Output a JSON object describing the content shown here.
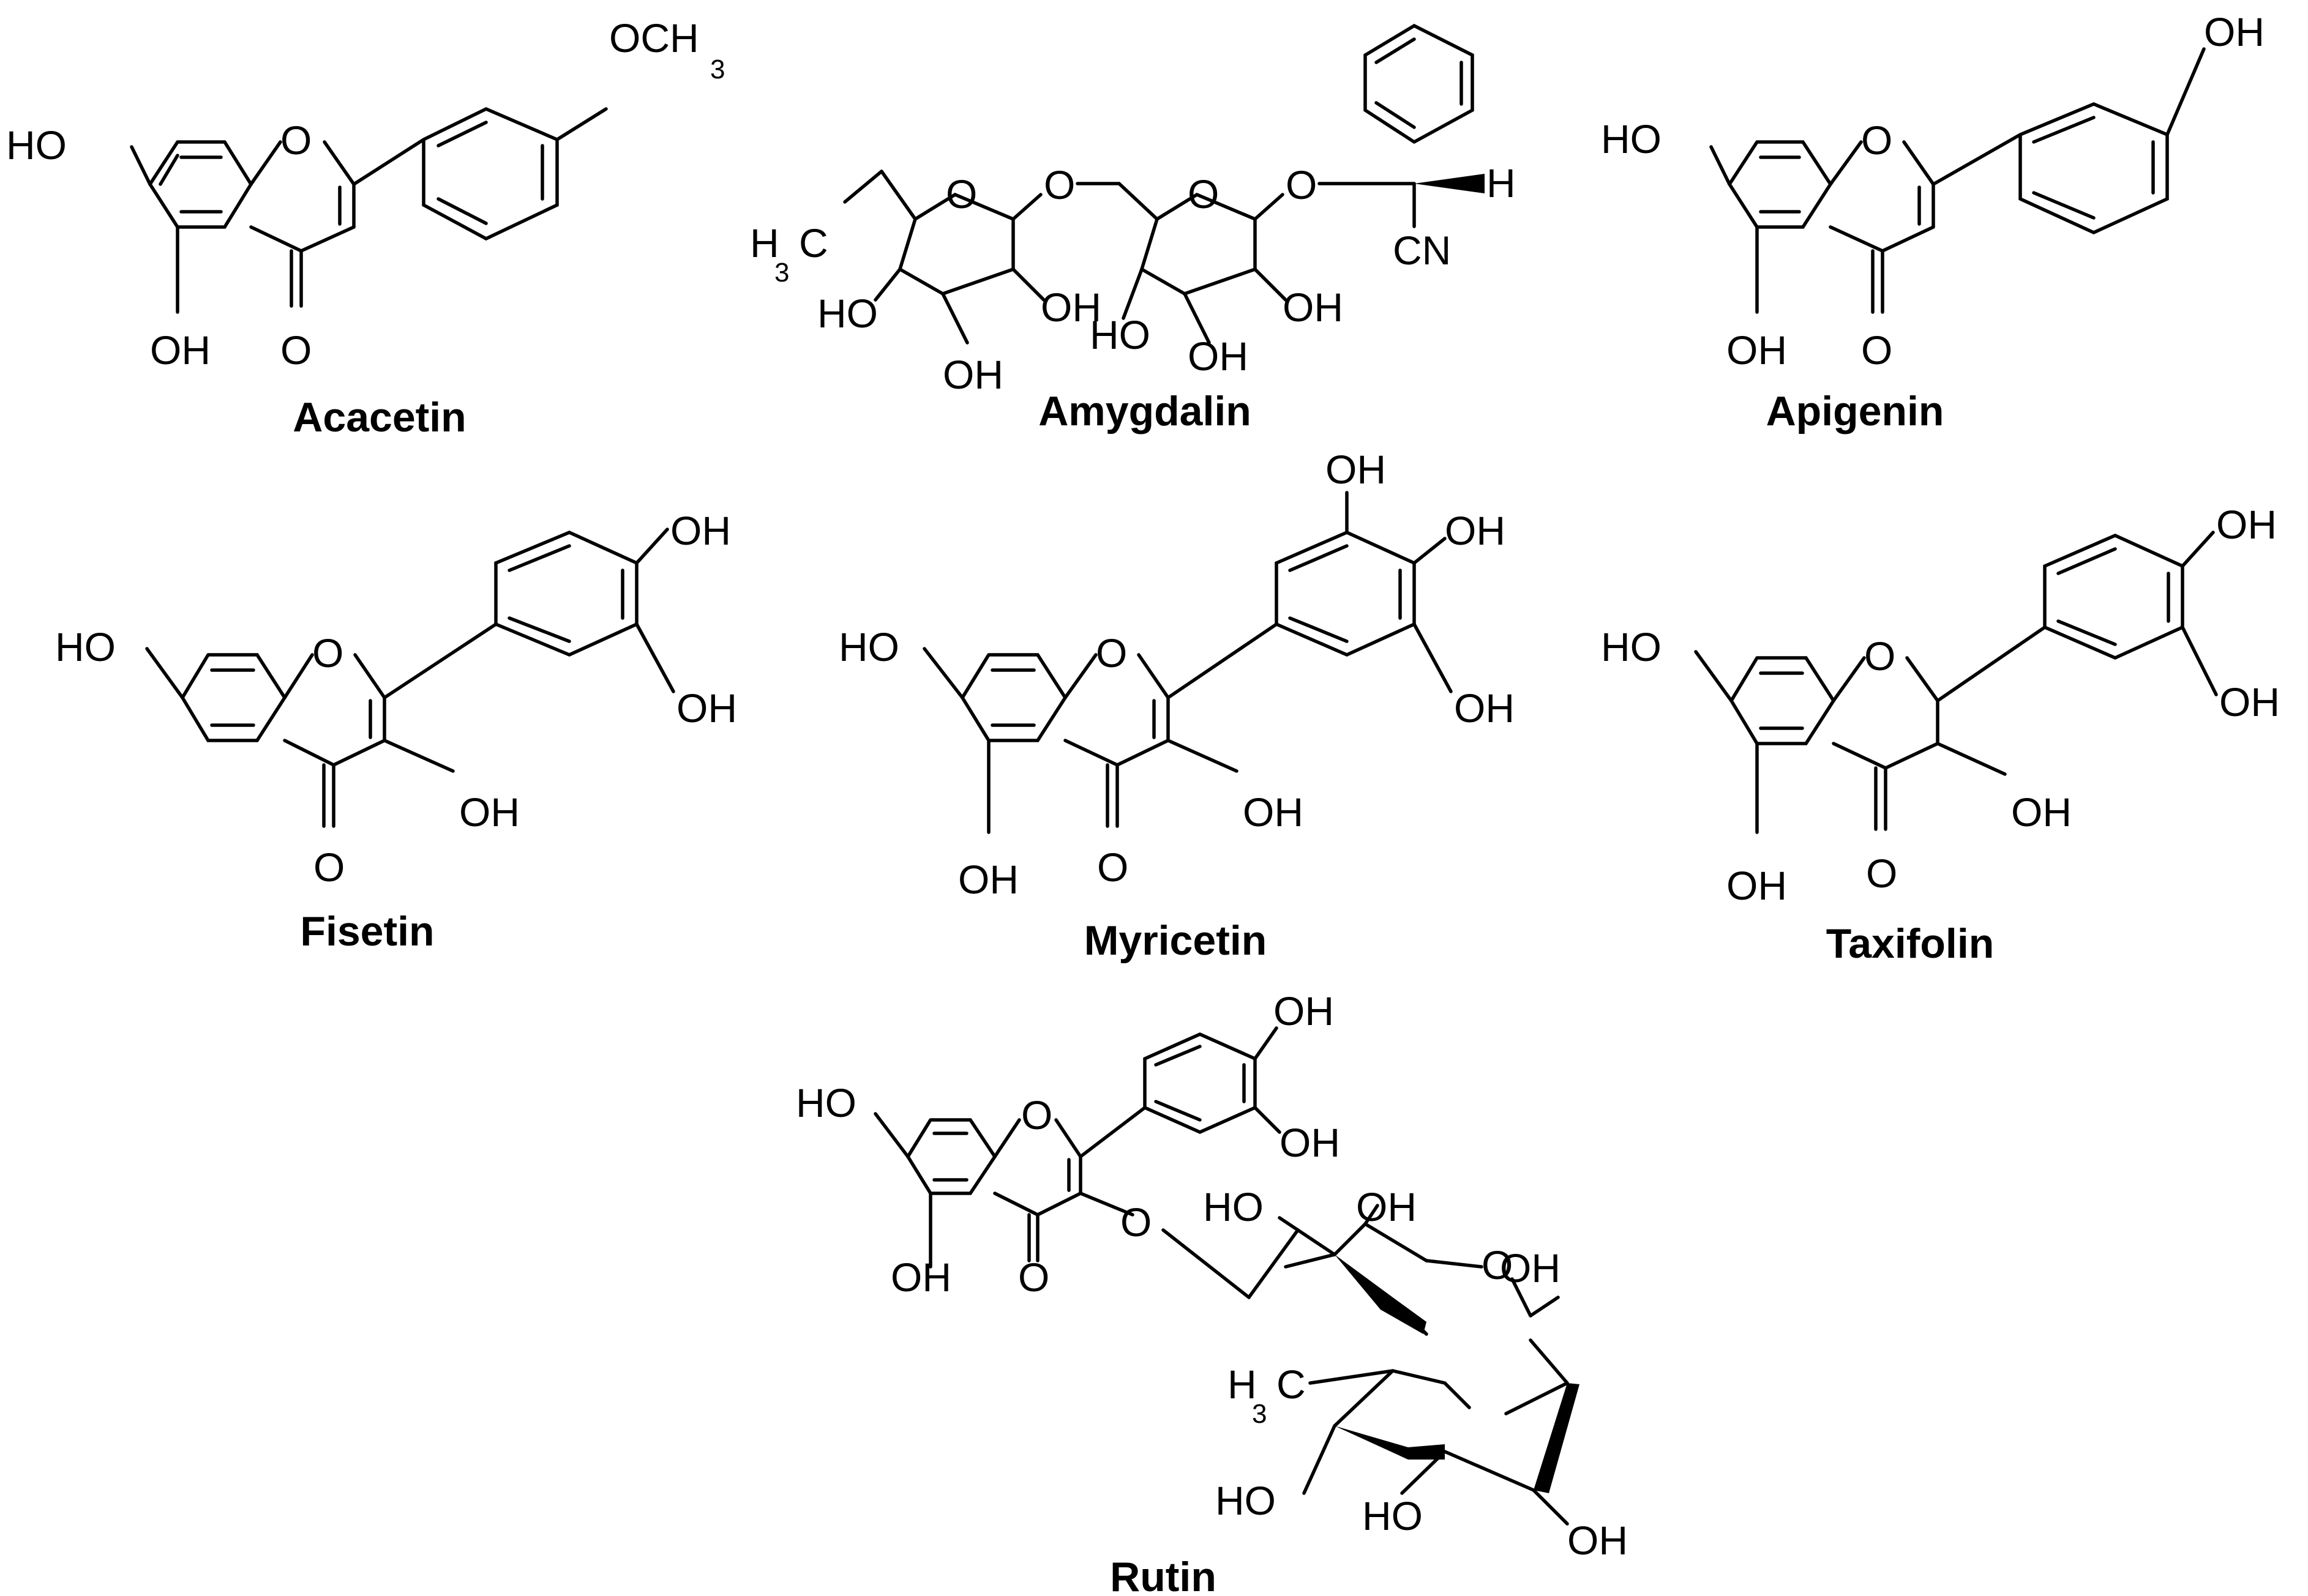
{
  "compounds": [
    {
      "name": "Acacetin",
      "labels": [
        "HO",
        "O",
        "OCH",
        "3",
        "OH",
        "O"
      ]
    },
    {
      "name": "Amygdalin",
      "labels": [
        "O",
        "O",
        "O",
        "O",
        "H",
        "CN",
        "H",
        "3",
        "C",
        "HO",
        "OH",
        "OH",
        "HO",
        "OH",
        "OH"
      ]
    },
    {
      "name": "Apigenin",
      "labels": [
        "OH",
        "HO",
        "O",
        "OH",
        "O"
      ]
    },
    {
      "name": "Fisetin",
      "labels": [
        "OH",
        "HO",
        "O",
        "OH",
        "OH",
        "O"
      ]
    },
    {
      "name": "Myricetin",
      "labels": [
        "OH",
        "OH",
        "HO",
        "O",
        "OH",
        "OH",
        "OH",
        "O"
      ]
    },
    {
      "name": "Taxifolin",
      "labels": [
        "OH",
        "HO",
        "O",
        "OH",
        "OH",
        "OH",
        "O"
      ]
    },
    {
      "name": "Rutin",
      "labels": [
        "OH",
        "HO",
        "O",
        "OH",
        "O",
        "HO",
        "OH",
        "OH",
        "OH",
        "O",
        "H",
        "3",
        "C",
        "O",
        "HO",
        "HO",
        "OH"
      ]
    }
  ]
}
